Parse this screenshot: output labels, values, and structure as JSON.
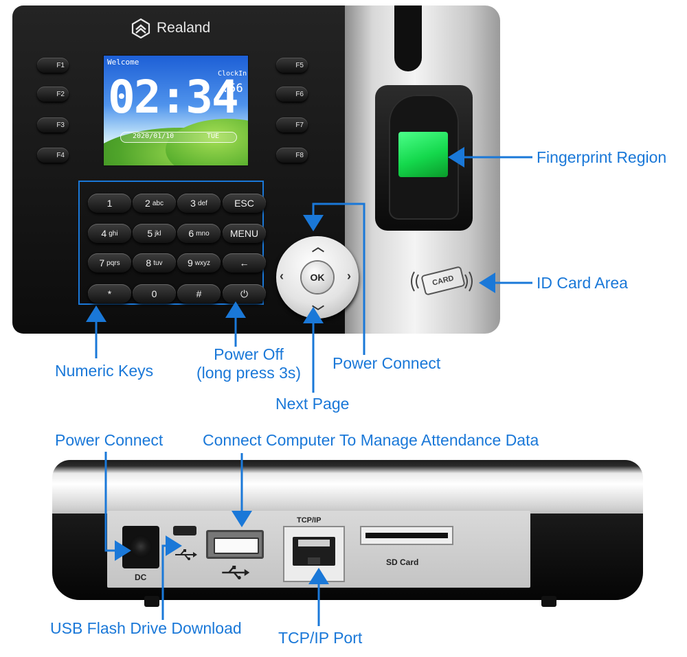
{
  "device": {
    "brand": "Realand",
    "screen": {
      "welcome": "Welcome",
      "clockin": "ClockIn",
      "time_hm": "02:34",
      "time_sec": ":56",
      "date": "2020/01/10",
      "weekday": "TUE"
    },
    "fkeys": [
      "F1",
      "F2",
      "F3",
      "F4",
      "F5",
      "F6",
      "F7",
      "F8"
    ],
    "keypad": [
      [
        {
          "main": "1",
          "sub": ""
        },
        {
          "main": "2",
          "sub": "abc"
        },
        {
          "main": "3",
          "sub": "def"
        },
        {
          "main": "ESC",
          "sub": ""
        }
      ],
      [
        {
          "main": "4",
          "sub": "ghi"
        },
        {
          "main": "5",
          "sub": "jkl"
        },
        {
          "main": "6",
          "sub": "mno"
        },
        {
          "main": "MENU",
          "sub": ""
        }
      ],
      [
        {
          "main": "7",
          "sub": "pqrs"
        },
        {
          "main": "8",
          "sub": "tuv"
        },
        {
          "main": "9",
          "sub": "wxyz"
        },
        {
          "main": "←",
          "sub": ""
        }
      ],
      [
        {
          "main": "*",
          "sub": ""
        },
        {
          "main": "0",
          "sub": ""
        },
        {
          "main": "#",
          "sub": ""
        },
        {
          "main": "⏻",
          "sub": ""
        }
      ]
    ],
    "ok_label": "OK",
    "card_label": "CARD"
  },
  "back_panel": {
    "dc_label": "DC",
    "tcpip_label": "TCP/IP",
    "sd_label": "SD Card"
  },
  "callouts": {
    "fingerprint_region": "Fingerprint Region",
    "id_card_area": "ID Card Area",
    "numeric_keys": "Numeric Keys",
    "power_off_line1": "Power Off",
    "power_off_line2": "(long press 3s)",
    "power_connect_front": "Power Connect",
    "next_page": "Next Page",
    "power_connect_back": "Power Connect",
    "connect_computer": "Connect Computer To Manage Attendance Data",
    "usb_flash": "USB Flash Drive Download",
    "tcpip_port": "TCP/IP Port"
  },
  "colors": {
    "accent": "#1a78d8",
    "fingerprint_green": "#14d84c"
  }
}
